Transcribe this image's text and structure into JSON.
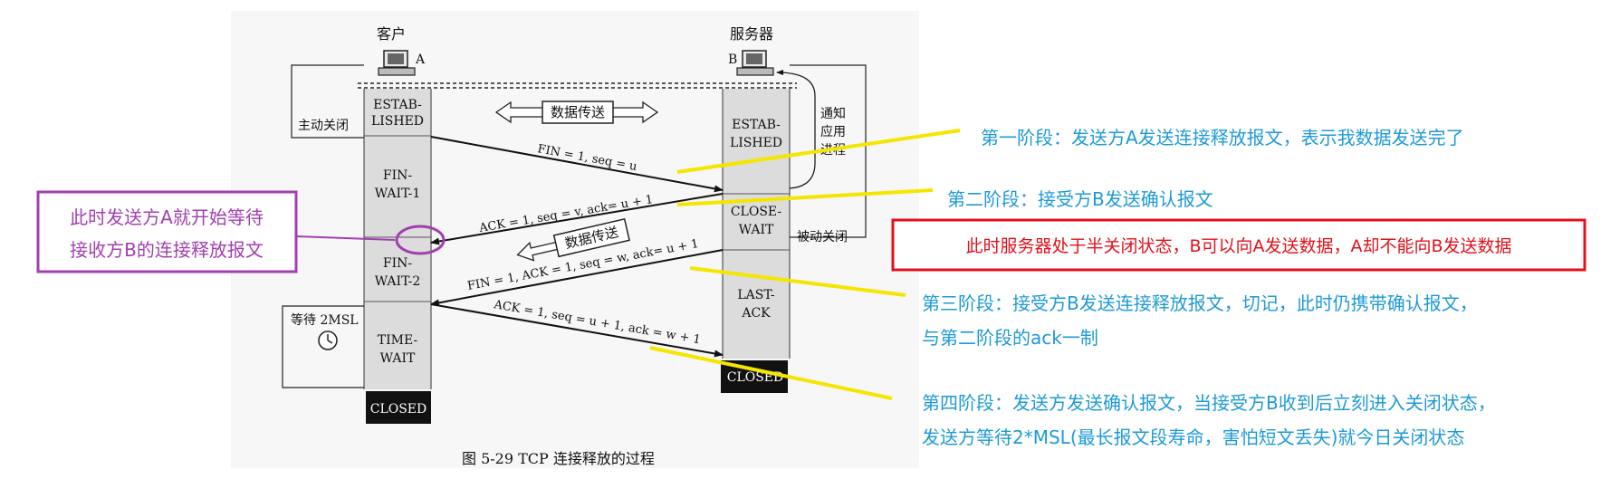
{
  "figure": {
    "caption": "图 5-29    TCP 连接释放的过程",
    "client_label": "客户",
    "server_label": "服务器",
    "client_letter": "A",
    "server_letter": "B",
    "client_states": {
      "established_1": "ESTAB-",
      "established_2": "LISHED",
      "finwait1_1": "FIN-",
      "finwait1_2": "WAIT-1",
      "finwait2_1": "FIN-",
      "finwait2_2": "WAIT-2",
      "timewait_1": "TIME-",
      "timewait_2": "WAIT",
      "closed": "CLOSED"
    },
    "server_states": {
      "established_1": "ESTAB-",
      "established_2": "LISHED",
      "closewait_1": "CLOSE-",
      "closewait_2": "WAIT",
      "lastack_1": "LAST-",
      "lastack_2": "ACK",
      "closed": "CLOSED"
    },
    "side_labels": {
      "active_close": "主动关闭",
      "passive_close": "被动关闭",
      "notify_app_1": "通知",
      "notify_app_2": "应用",
      "notify_app_3": "进程",
      "wait_2msl": "等待 2MSL"
    },
    "data_transfer_top": "数据传送",
    "data_transfer_mid": "数据传送",
    "messages": {
      "m1": "FIN = 1, seq = u",
      "m2": "ACK = 1, seq = v, ack= u + 1",
      "m3": "FIN = 1, ACK = 1, seq = w, ack= u + 1",
      "m4": "ACK = 1, seq = u + 1, ack = w + 1"
    }
  },
  "annotations": {
    "phase1": "第一阶段：发送方A发送连接释放报文，表示我数据发送完了",
    "phase2": "第二阶段：接受方B发送确认报文",
    "half_close": "此时服务器处于半关闭状态，B可以向A发送数据，A却不能向B发送数据",
    "phase3_line1": "第三阶段：接受方B发送连接释放报文，切记，此时仍携带确认报文，",
    "phase3_line2": "与第二阶段的ack一制",
    "phase4_line1": "第四阶段：发送方发送确认报文，当接受方B收到后立刻进入关闭状态，",
    "phase4_line2": "发送方等待2*MSL(最长报文段寿命，害怕短文丢失)就今日关闭状态",
    "waiting_line1": "此时发送方A就开始等待",
    "waiting_line2": "接收方B的连接释放报文"
  },
  "colors": {
    "annotation_blue": "#1e9ad6",
    "annotation_red": "#e0111b",
    "annotation_purple": "#a23fb0",
    "highlight_yellow": "#f5e600",
    "timeline_gray": "#dcdcdc"
  }
}
